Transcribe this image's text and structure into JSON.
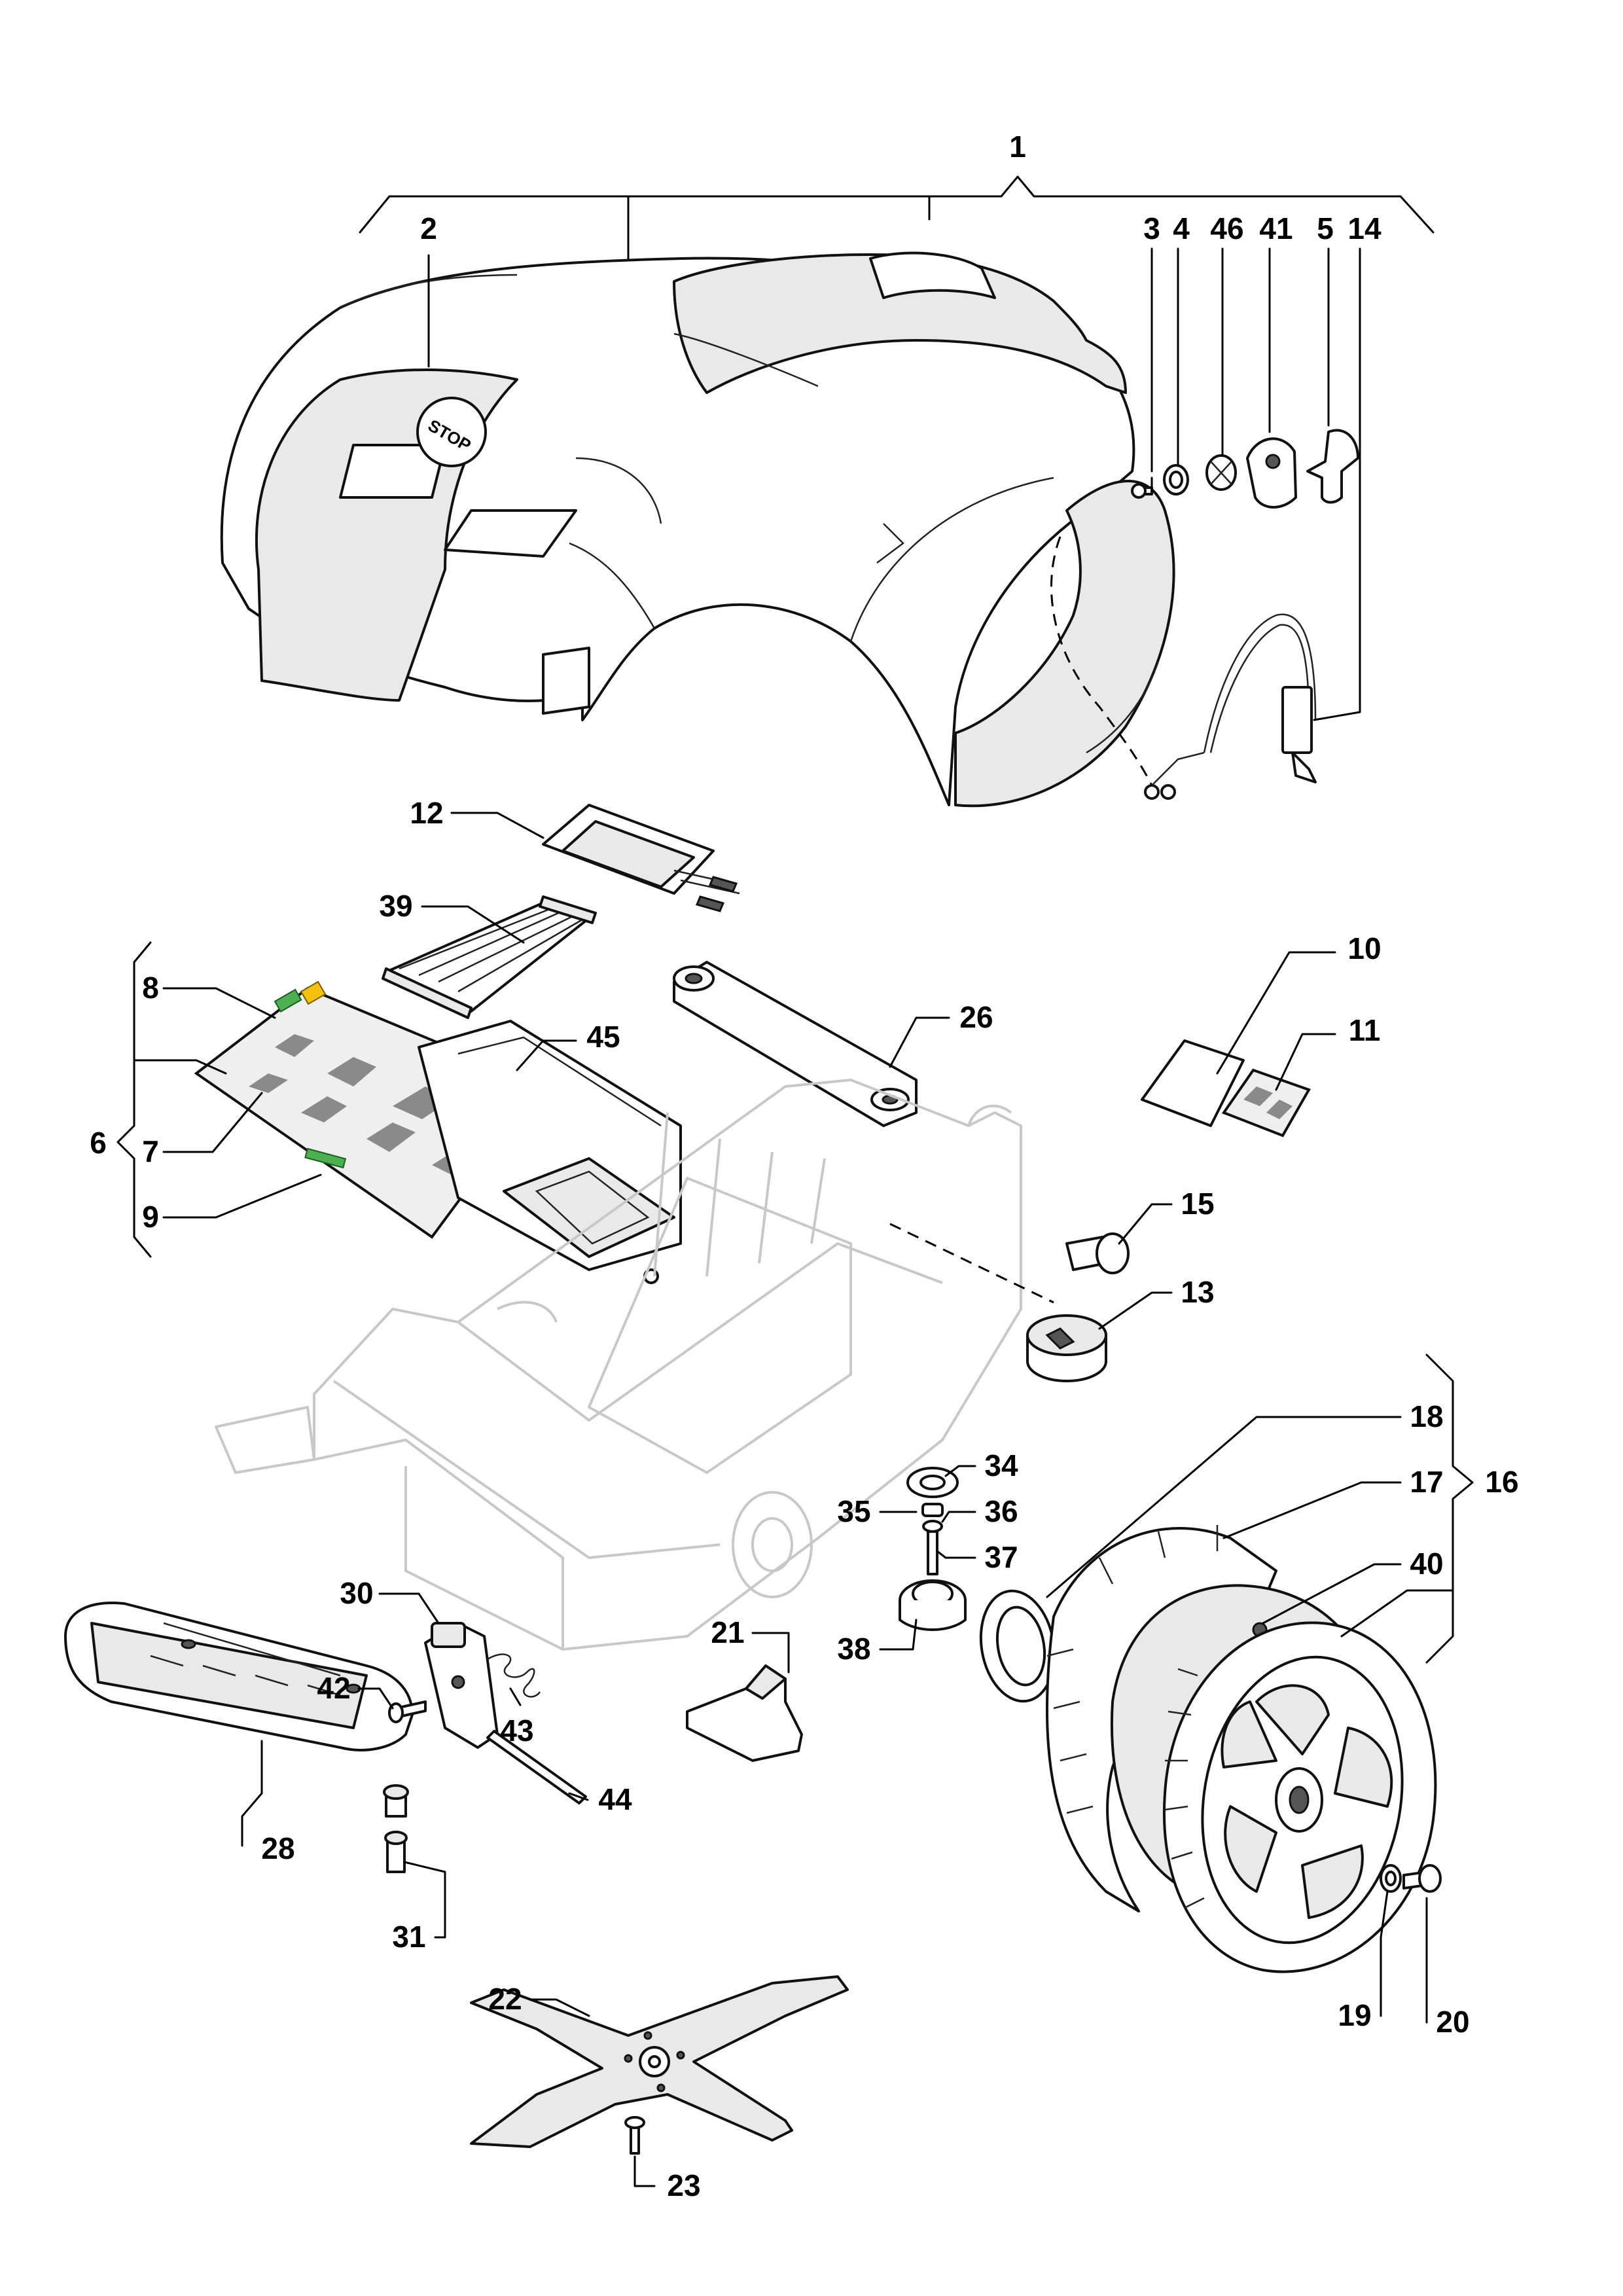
{
  "diagram": {
    "callouts": [
      {
        "id": "1",
        "text": "1"
      },
      {
        "id": "2",
        "text": "2"
      },
      {
        "id": "3",
        "text": "3"
      },
      {
        "id": "4",
        "text": "4"
      },
      {
        "id": "46",
        "text": "46"
      },
      {
        "id": "41",
        "text": "41"
      },
      {
        "id": "5",
        "text": "5"
      },
      {
        "id": "14",
        "text": "14"
      },
      {
        "id": "12",
        "text": "12"
      },
      {
        "id": "39",
        "text": "39"
      },
      {
        "id": "8",
        "text": "8"
      },
      {
        "id": "45",
        "text": "45"
      },
      {
        "id": "26",
        "text": "26"
      },
      {
        "id": "10",
        "text": "10"
      },
      {
        "id": "11",
        "text": "11"
      },
      {
        "id": "6",
        "text": "6"
      },
      {
        "id": "7",
        "text": "7"
      },
      {
        "id": "9",
        "text": "9"
      },
      {
        "id": "15",
        "text": "15"
      },
      {
        "id": "13",
        "text": "13"
      },
      {
        "id": "18",
        "text": "18"
      },
      {
        "id": "16",
        "text": "16"
      },
      {
        "id": "17",
        "text": "17"
      },
      {
        "id": "34",
        "text": "34"
      },
      {
        "id": "35",
        "text": "35"
      },
      {
        "id": "36",
        "text": "36"
      },
      {
        "id": "37",
        "text": "37"
      },
      {
        "id": "40",
        "text": "40"
      },
      {
        "id": "30",
        "text": "30"
      },
      {
        "id": "21",
        "text": "21"
      },
      {
        "id": "38",
        "text": "38"
      },
      {
        "id": "42",
        "text": "42"
      },
      {
        "id": "43",
        "text": "43"
      },
      {
        "id": "44",
        "text": "44"
      },
      {
        "id": "28",
        "text": "28"
      },
      {
        "id": "31",
        "text": "31"
      },
      {
        "id": "22",
        "text": "22"
      },
      {
        "id": "19",
        "text": "19"
      },
      {
        "id": "20",
        "text": "20"
      },
      {
        "id": "23",
        "text": "23"
      }
    ],
    "stop_button_text": "STOP"
  },
  "colors": {
    "line": "#000000",
    "ghost": "#c8c8c8",
    "pcb_green": "#4caf50",
    "pcb_yellow": "#f4c20d"
  }
}
